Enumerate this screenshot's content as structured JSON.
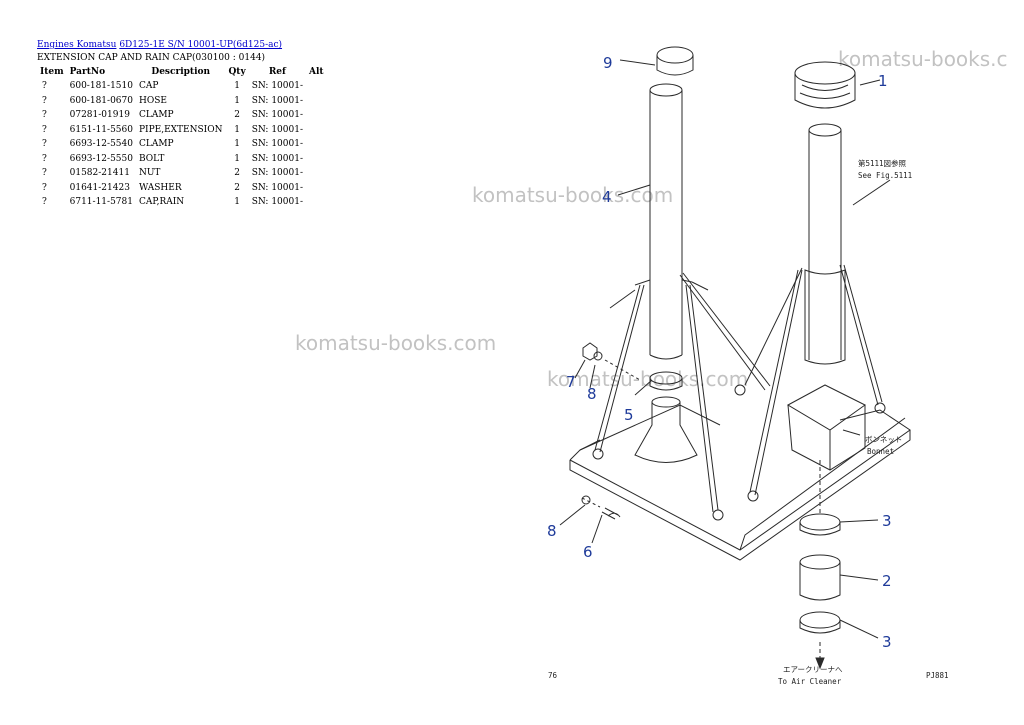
{
  "breadcrumb": {
    "link1": "Engines Komatsu",
    "link2": "6D125-1E S/N 10001-UP(6d125-ac)"
  },
  "page_title": "EXTENSION CAP AND RAIN CAP(030100 : 0144)",
  "table": {
    "headers": [
      "Item",
      "PartNo",
      "Description",
      "Qty",
      "Ref",
      "Alt"
    ],
    "rows": [
      {
        "item": "?",
        "part": "600-181-1510",
        "desc": "CAP",
        "qty": "1",
        "ref": "SN: 10001-",
        "alt": ""
      },
      {
        "item": "?",
        "part": "600-181-0670",
        "desc": "HOSE",
        "qty": "1",
        "ref": "SN: 10001-",
        "alt": ""
      },
      {
        "item": "?",
        "part": "07281-01919",
        "desc": "CLAMP",
        "qty": "2",
        "ref": "SN: 10001-",
        "alt": ""
      },
      {
        "item": "?",
        "part": "6151-11-5560",
        "desc": "PIPE,EXTENSION",
        "qty": "1",
        "ref": "SN: 10001-",
        "alt": ""
      },
      {
        "item": "?",
        "part": "6693-12-5540",
        "desc": "CLAMP",
        "qty": "1",
        "ref": "SN: 10001-",
        "alt": ""
      },
      {
        "item": "?",
        "part": "6693-12-5550",
        "desc": "BOLT",
        "qty": "1",
        "ref": "SN: 10001-",
        "alt": ""
      },
      {
        "item": "?",
        "part": "01582-21411",
        "desc": "NUT",
        "qty": "2",
        "ref": "SN: 10001-",
        "alt": ""
      },
      {
        "item": "?",
        "part": "01641-21423",
        "desc": "WASHER",
        "qty": "2",
        "ref": "SN: 10001-",
        "alt": ""
      },
      {
        "item": "?",
        "part": "6711-11-5781",
        "desc": "CAP,RAIN",
        "qty": "1",
        "ref": "SN: 10001-",
        "alt": ""
      }
    ]
  },
  "watermark": "komatsu-books.com",
  "watermark_partial": "komatsu-books.c",
  "diagram": {
    "callouts": [
      "9",
      "1",
      "4",
      "7",
      "8",
      "5",
      "8",
      "6",
      "3",
      "2",
      "3"
    ],
    "see_fig_jp": "第5111図参照",
    "see_fig": "See Fig.5111",
    "bonnet_jp": "ボンネット",
    "bonnet": "Bonnet",
    "air_jp": "エアークリーナへ",
    "air": "To Air Cleaner",
    "page_no": "76",
    "fig_code": "PJ881"
  }
}
